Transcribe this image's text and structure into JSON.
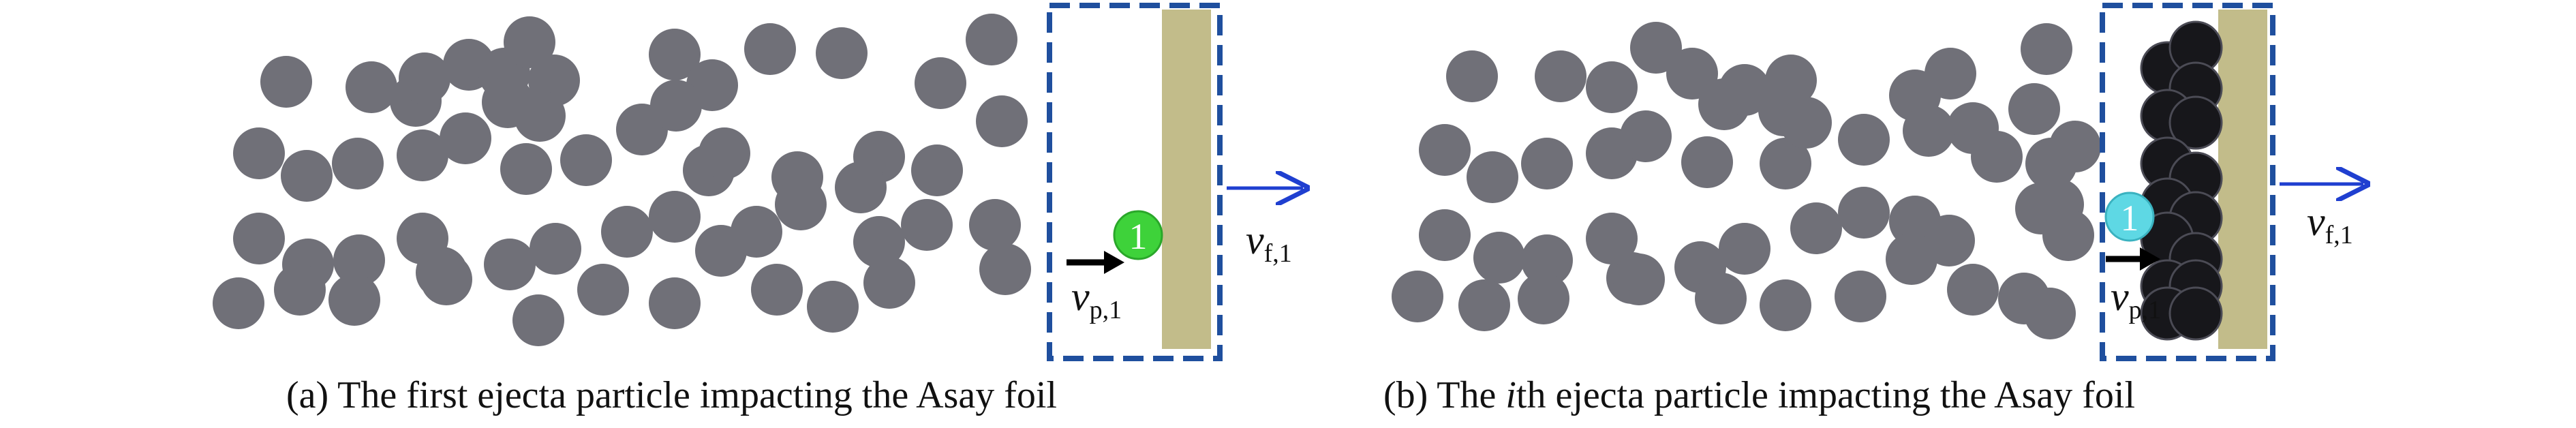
{
  "colors": {
    "particle": "#707078",
    "dark_particle": "#17171b",
    "foil": "#c2bc8a",
    "box_stroke": "#1f4f9e",
    "arrow_blue": "#1f3fd0",
    "arrow_black": "#000000",
    "marker_green": "#3ed23a",
    "marker_cyan": "#5ed8e4"
  },
  "panel_a": {
    "marker_label": "1",
    "vp": {
      "main": "v",
      "sub": "p,1"
    },
    "vf": {
      "main": "v",
      "sub": "f,1"
    },
    "caption": {
      "prefix": "(a) The first ejecta particle impacting the Asay foil"
    }
  },
  "panel_b": {
    "marker_label": "1",
    "vp": {
      "main": "v",
      "sub": "p,1"
    },
    "vf": {
      "main": "v",
      "sub": "f,1"
    },
    "caption": {
      "prefix": "(b) The ",
      "italic": "i",
      "suffix": "th ejecta particle impacting the Asay foil"
    }
  }
}
